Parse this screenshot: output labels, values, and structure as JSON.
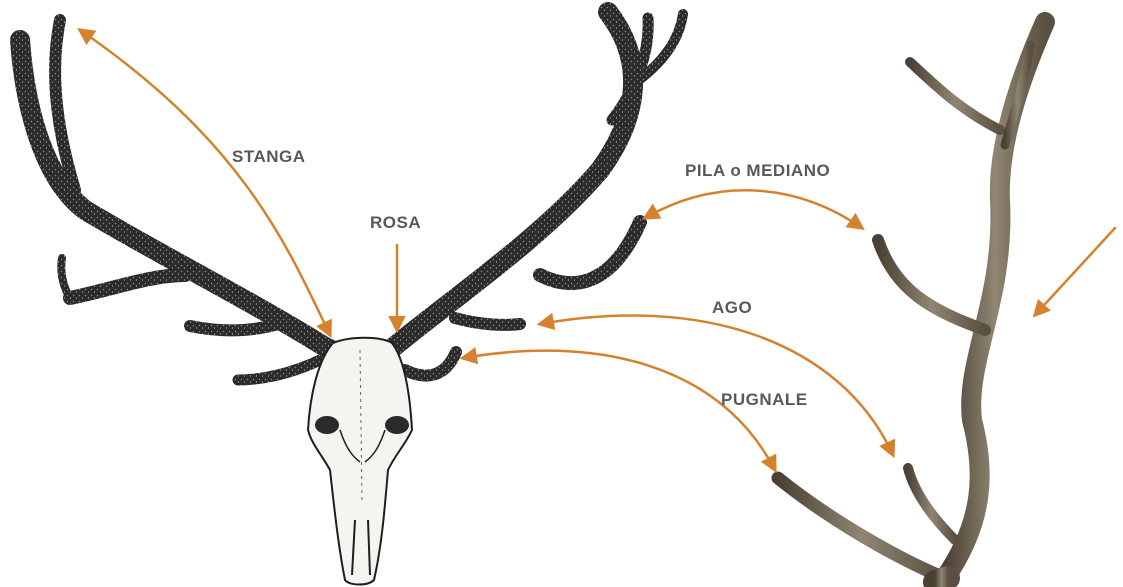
{
  "labels": {
    "stanga": "STANGA",
    "rosa": "ROSA",
    "pila": "PILA o MEDIANO",
    "ago": "AGO",
    "pugnale": "PUGNALE"
  },
  "colors": {
    "arrow": "#d4822e",
    "label_text": "#58595b",
    "antler_dark": "#2a2a2a",
    "antler_shed": "#6e6353",
    "skull": "#f4f4f0"
  }
}
